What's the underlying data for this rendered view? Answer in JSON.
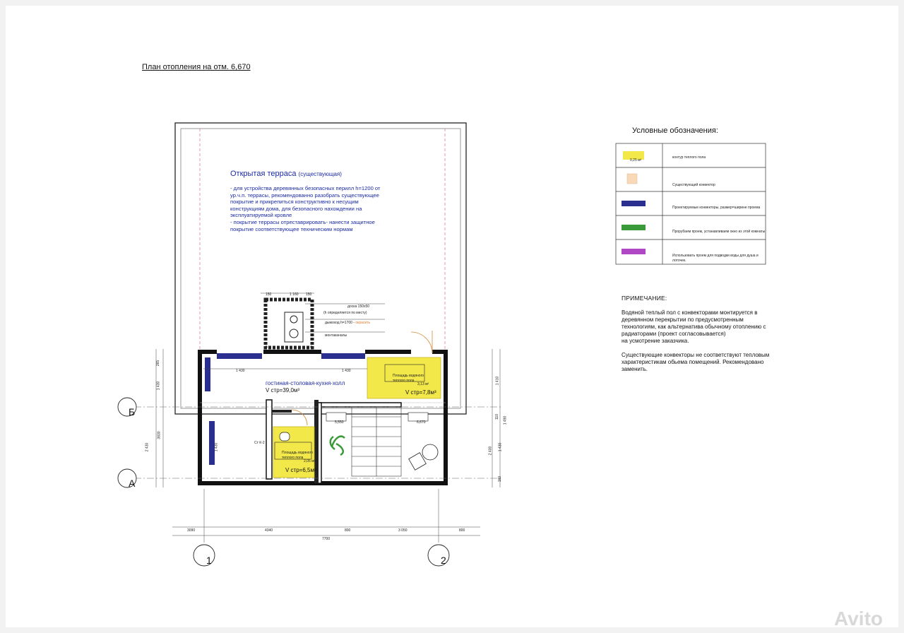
{
  "sheet_title": "План отопления на отм. 6,670",
  "legend": {
    "title": "Условные обозначения:",
    "items": [
      {
        "swatch_label": "0,25 м²",
        "color": "#f2e84a",
        "text": "контур теплого пола"
      },
      {
        "swatch_label": "",
        "color": "#f7d9b8",
        "text": "Существующий конвектор"
      },
      {
        "swatch_label": "",
        "color": "#2a2f8f",
        "text": "Проектируемые конвекторы, размер=ширине проема"
      },
      {
        "swatch_label": "",
        "color": "#3a9a3a",
        "text": "Прорубаем проем, устанавливаем окно из этой комнаты"
      },
      {
        "swatch_label": "",
        "color": "#b047c4",
        "text": "Использовать проем для подводки воды для душа и лоточек."
      }
    ]
  },
  "note": {
    "title": "ПРИМЕЧАНИЕ:",
    "p1": [
      "Водяной теплый пол с конвекторами монтируется в",
      "деревянном перекрытии по предусмотренным",
      "технологиям, как альтернатива обычному отоплению с",
      "радиаторами (проект согласовывается)",
      "на усмотрение заказчика."
    ],
    "p2": [
      "Существующие конвекторы не соответствуют тепловым",
      "характеристикам обьема помещений. Рекомендовано",
      "заменить."
    ]
  },
  "terrace": {
    "title": "Открытая терраса",
    "subtitle": "(существующая)",
    "lines": [
      "- для устройства деревянных безопасных перилл h=1200 от",
      "ур.ч.п. террасы, рекомендованно разобрать существующее",
      "покрытие и прикрепиться конструктивно к несущим",
      "конструкциям дома, для безопасного нахождении на",
      "эксплуатируемой кровле",
      "- покрытие террасы отреставрировать- нанести защитное",
      "покрытие соответствующее техническим нормам"
    ]
  },
  "chimney": {
    "dims": [
      "150",
      "1 160",
      "150"
    ],
    "labels": [
      "доска 150х50",
      "(h определяется по месту)",
      "дымоход h=1700 -",
      "окрасить",
      "монтаканалы"
    ]
  },
  "rooms": {
    "living": {
      "name": "гостиная-столовая-кухня-холл",
      "volume": "V стр=39,0м³"
    },
    "floor1": {
      "label1": "Площадь водяного",
      "label2": "теплого пола",
      "area": "3,13 м²",
      "volume": "V стр=7,8м³"
    },
    "bath": {
      "label1": "Площадь водяного",
      "label2": "теплого пола",
      "area": "2,05 м²",
      "volume": "V стр=6,5м³",
      "riser": "Ст К-2"
    },
    "levels": [
      "5,550",
      "6,670"
    ]
  },
  "dims": {
    "top_left": "1 430",
    "top_right": "1 430",
    "left_a": "265",
    "left_b": "1 430",
    "left_c": "2 430",
    "left_d": "3830",
    "left_e": "1 430",
    "right_a": "1 410",
    "right_b": "1 490",
    "right_c": "110",
    "right_d": "2 400",
    "right_e": "1 430",
    "right_f": "160",
    "bottom": [
      "3090",
      "4340",
      "800",
      "3 050",
      "800"
    ],
    "bottom_total": "7700"
  },
  "axes": {
    "rows": [
      "Б",
      "А"
    ],
    "cols": [
      "1",
      "2"
    ]
  },
  "watermark": "Avito"
}
